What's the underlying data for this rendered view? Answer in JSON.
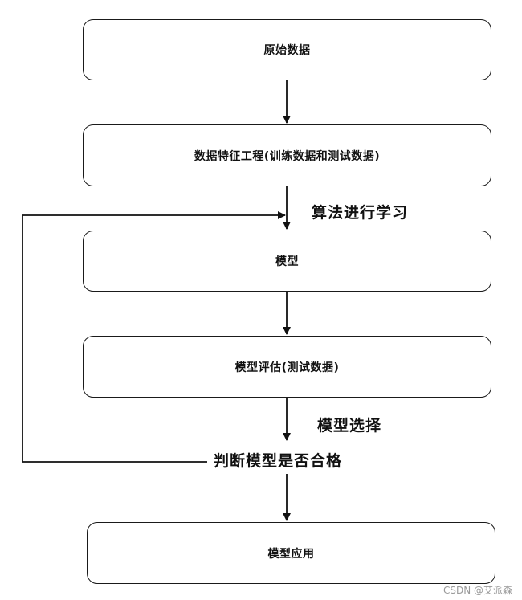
{
  "nodes": {
    "raw_data": "原始数据",
    "feature_engineering": "数据特征工程(训练数据和测试数据)",
    "model": "模型",
    "model_evaluation": "模型评估(测试数据)",
    "model_application": "模型应用"
  },
  "edge_labels": {
    "algorithm_learning": "算法进行学习",
    "model_selection": "模型选择",
    "judge_model": "判断模型是否合格"
  },
  "watermark": "CSDN @艾派森"
}
